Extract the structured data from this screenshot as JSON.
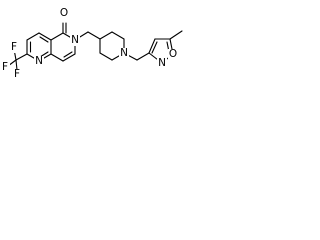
{
  "structure": {
    "atoms": {
      "n_pyridinone": "N",
      "o_carbonyl": "O",
      "n_pyridine": "N",
      "f_top": "F",
      "f_left": "F",
      "f_bottom": "F",
      "n_piperidine": "N",
      "n_isoxazole": "N",
      "o_isoxazole": "O"
    }
  }
}
